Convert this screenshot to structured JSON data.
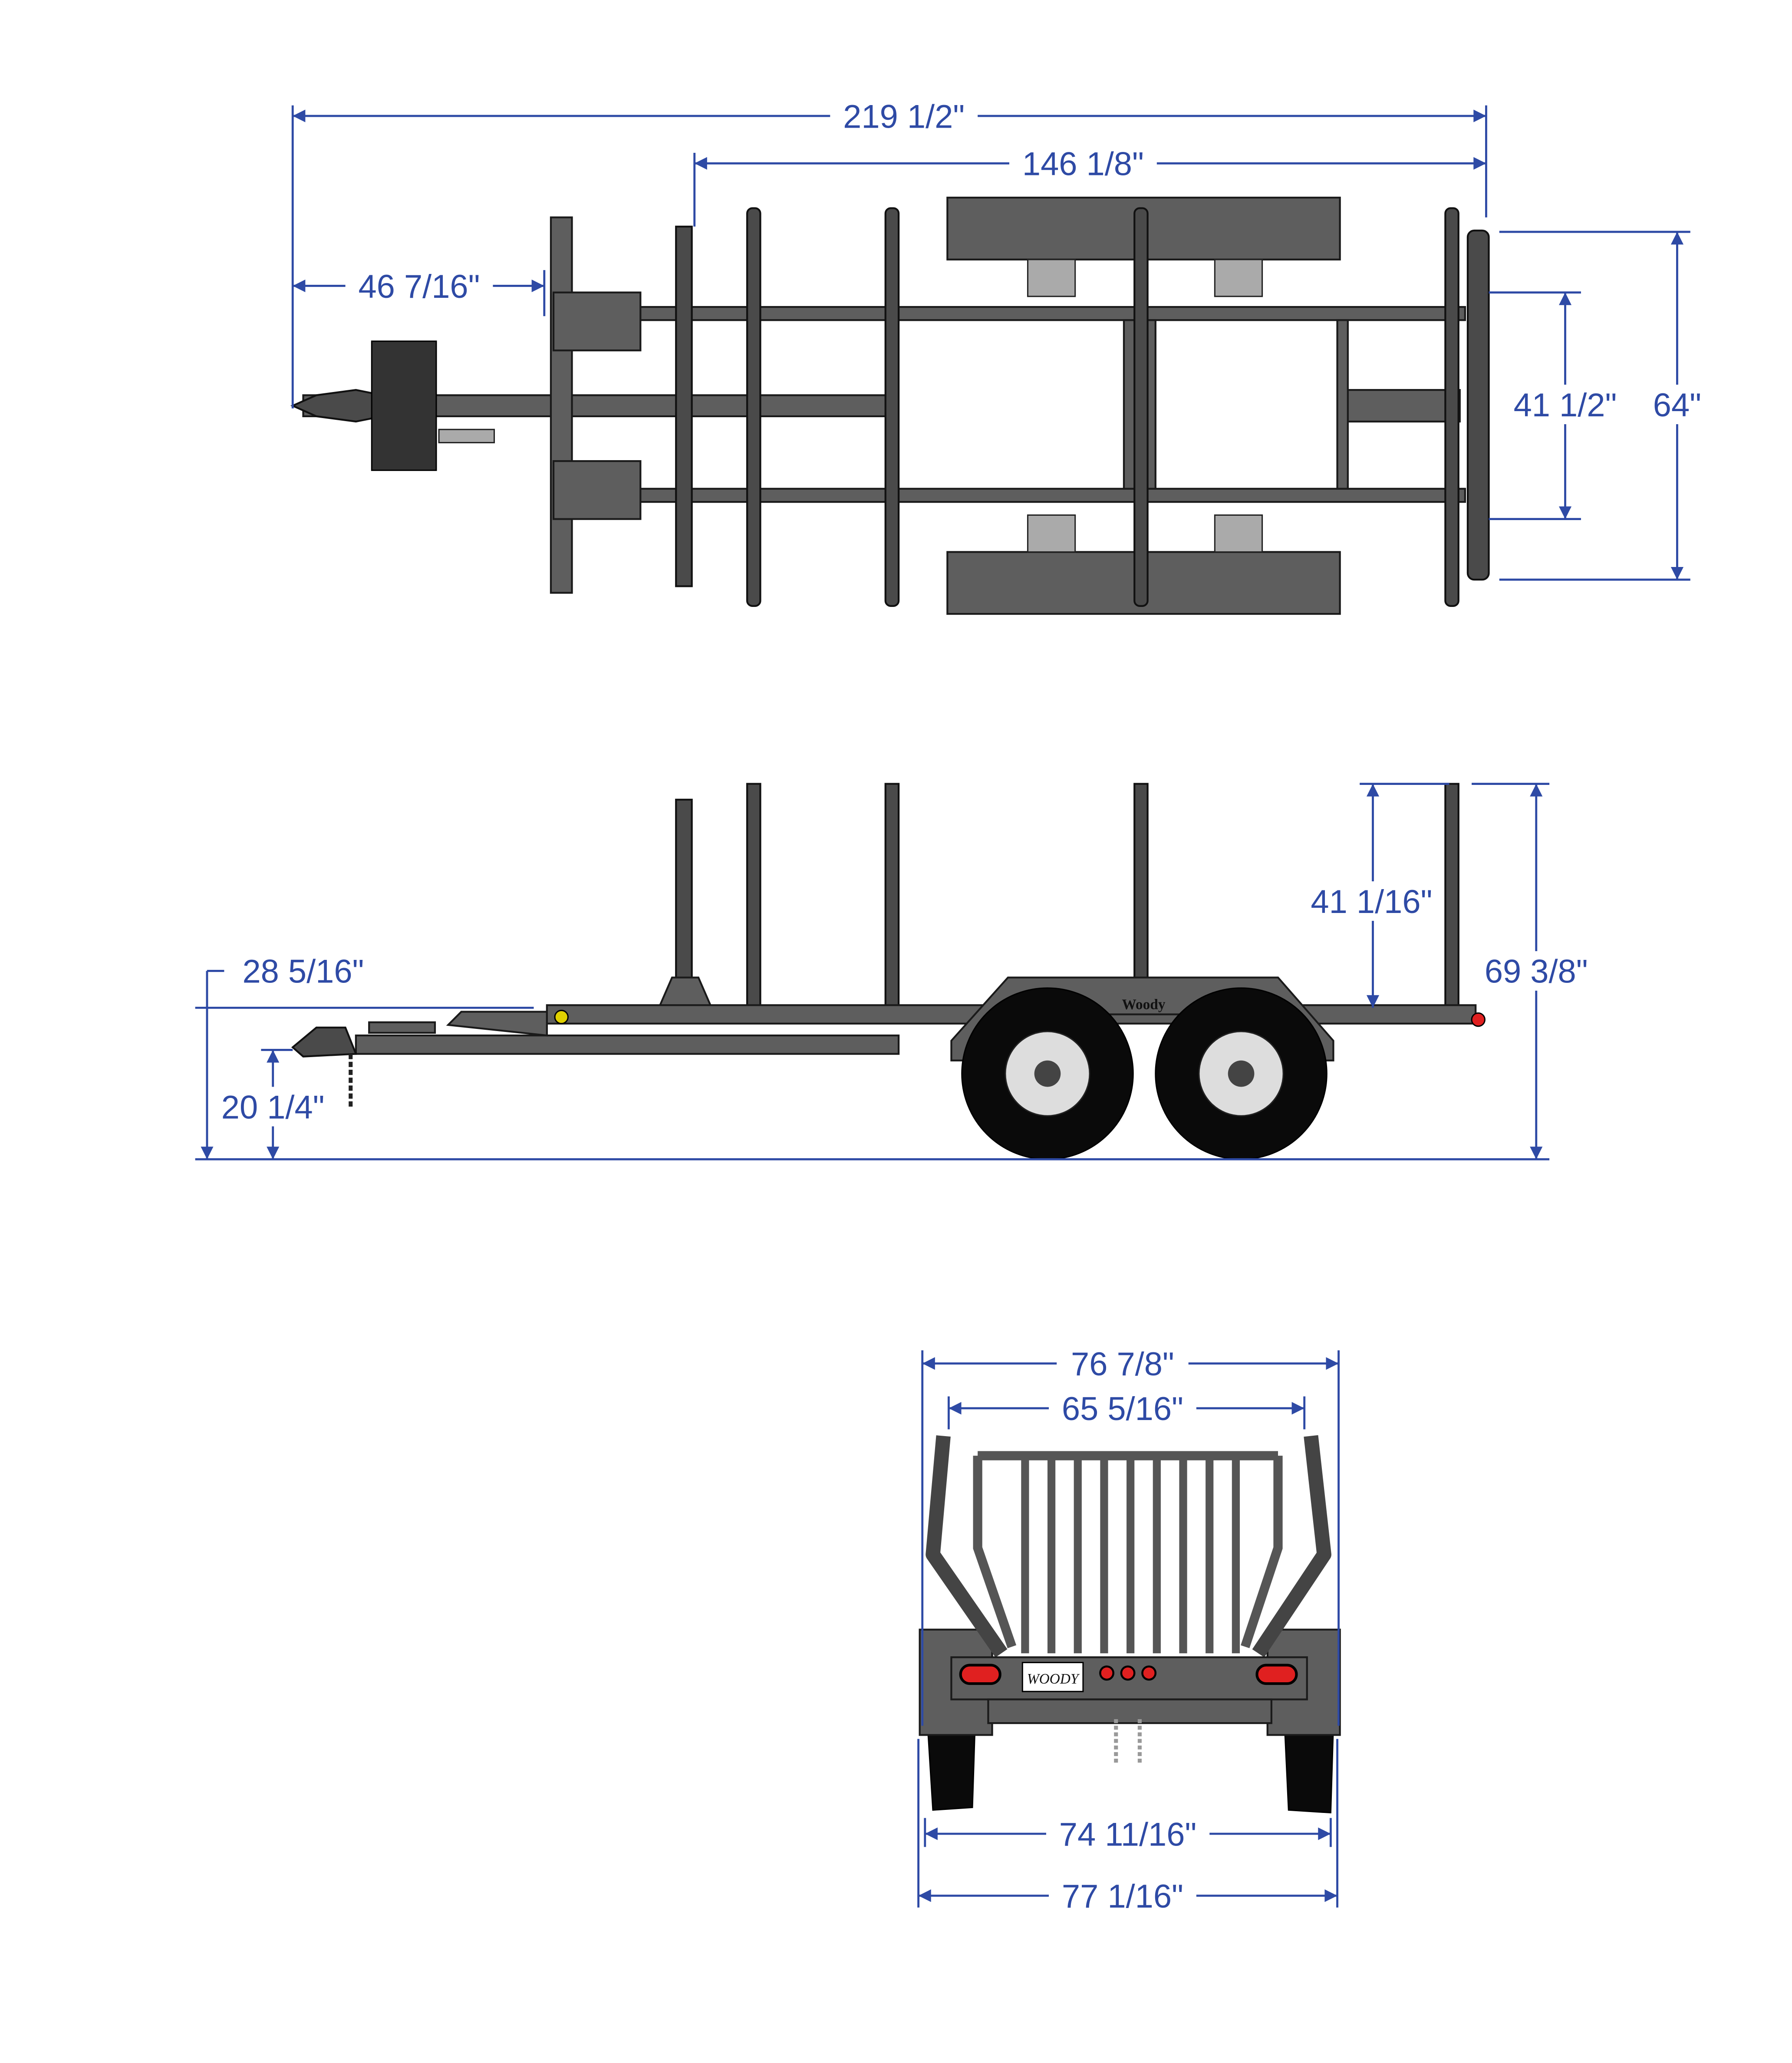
{
  "drawing": {
    "title": "Log trailer dimension drawing",
    "colors": {
      "dimension": "#2e4aa5",
      "steel": "#5e5e5e",
      "tire": "#0a0a0a",
      "light": "#e02020"
    },
    "brand_logo_side": "Woody",
    "brand_logo_rear": "WOODY"
  },
  "top_view": {
    "overall_length": "219 1/2\"",
    "bed_length": "146 1/8\"",
    "hitch_to_front": "46 7/16\"",
    "frame_width": "41 1/2\"",
    "overall_width": "64\""
  },
  "side_view": {
    "deck_height": "28 5/16\"",
    "hitch_height": "20 1/4\"",
    "stake_height": "41 1/16\"",
    "overall_height": "69 3/8\""
  },
  "rear_view": {
    "overall_width_top": "76 7/8\"",
    "bunk_width": "65 5/16\"",
    "track_width": "74 11/16\"",
    "overall_width_bottom": "77 1/16\""
  }
}
